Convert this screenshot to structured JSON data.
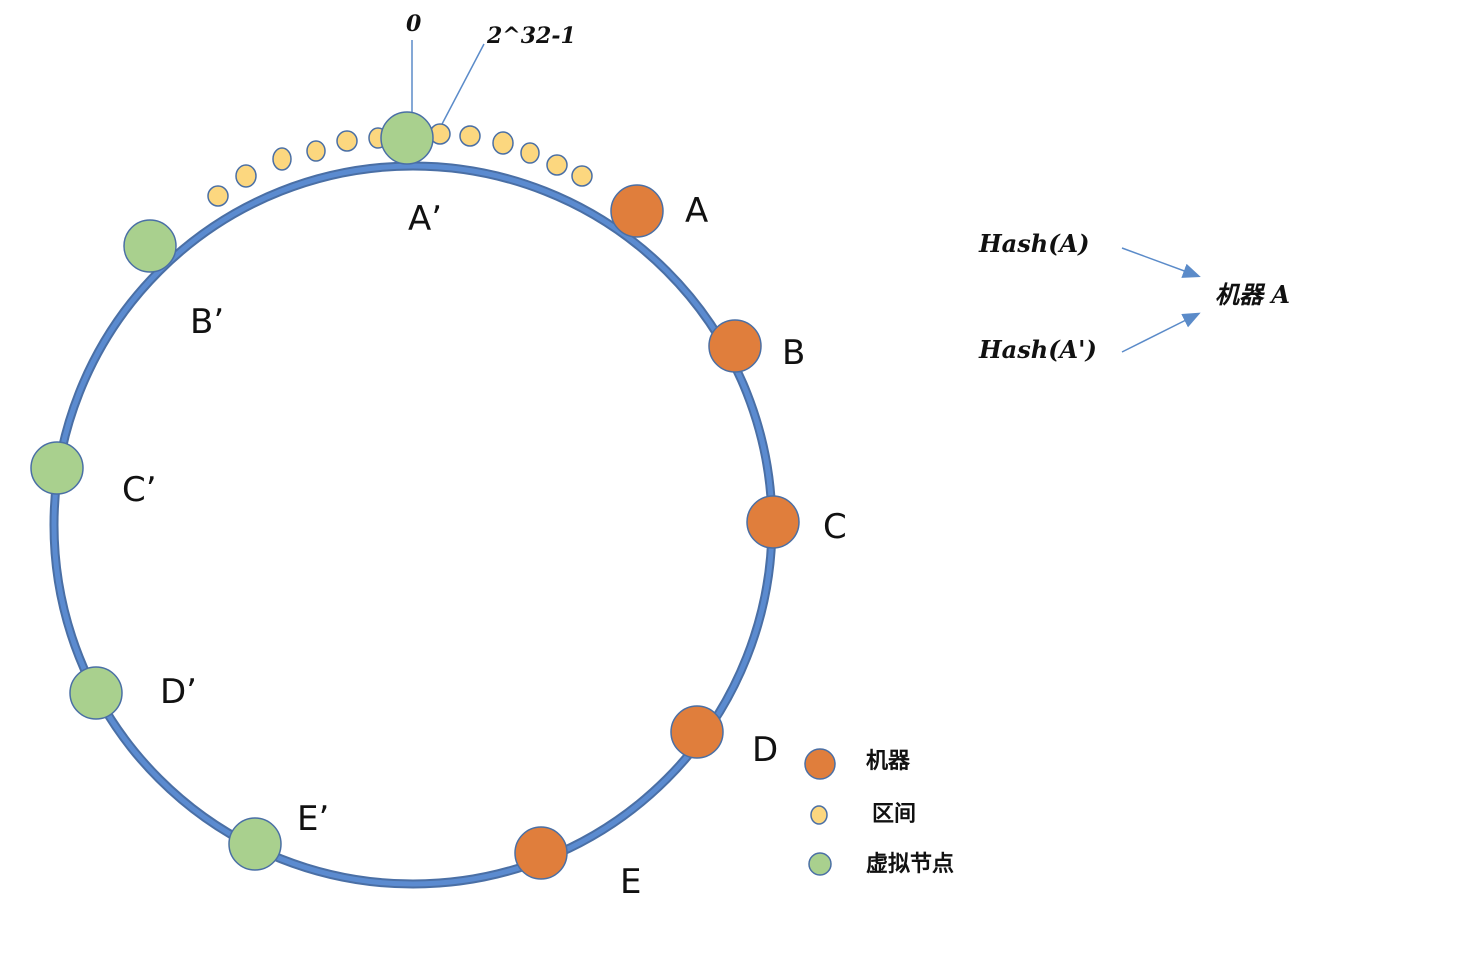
{
  "ring": {
    "color": "#5a85c3",
    "top_marker_label": "0",
    "max_marker_label": "2^32-1"
  },
  "machines": [
    {
      "label": "A"
    },
    {
      "label": "B"
    },
    {
      "label": "C"
    },
    {
      "label": "D"
    },
    {
      "label": "E"
    }
  ],
  "virtual_nodes": [
    {
      "label": "A’"
    },
    {
      "label": "B’"
    },
    {
      "label": "C’"
    },
    {
      "label": "D’"
    },
    {
      "label": "E’"
    }
  ],
  "mapping": {
    "hash_a": "Hash(A)",
    "hash_a_prime": "Hash(A')",
    "target": "机器 A"
  },
  "legend": {
    "machine": "机器",
    "interval": "区间",
    "virtual_node": "虚拟节点"
  },
  "colors": {
    "machine": "#e07e3c",
    "interval": "#fcd77f",
    "virtual_node": "#a9d08e",
    "stroke": "#4a6fa5"
  }
}
